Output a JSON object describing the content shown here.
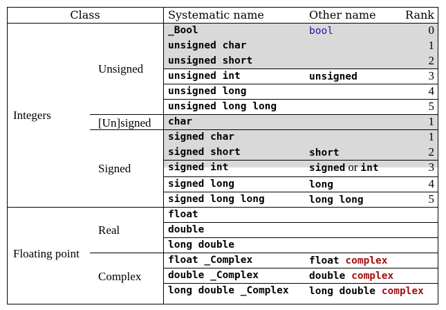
{
  "header": {
    "class": "Class",
    "systematic": "Systematic name",
    "other": "Other name",
    "rank": "Rank"
  },
  "groups": {
    "integers": "Integers",
    "unsigned": "Unsigned",
    "unsigned_or_signed": "[Un]signed",
    "signed": "Signed",
    "floating_point": "Floating point",
    "real": "Real",
    "complex": "Complex"
  },
  "rows": [
    {
      "systematic": "_Bool",
      "other": [
        {
          "text": "bool",
          "style": "blue"
        }
      ],
      "rank": "0",
      "shaded": true
    },
    {
      "systematic": "unsigned char",
      "other": [],
      "rank": "1",
      "shaded": true
    },
    {
      "systematic": "unsigned short",
      "other": [],
      "rank": "2",
      "shaded": true
    },
    {
      "systematic": "unsigned int",
      "other": [
        {
          "text": "unsigned",
          "style": "mono"
        }
      ],
      "rank": "3",
      "shaded": false
    },
    {
      "systematic": "unsigned long",
      "other": [],
      "rank": "4",
      "shaded": false
    },
    {
      "systematic": "unsigned long long",
      "other": [],
      "rank": "5",
      "shaded": false
    },
    {
      "systematic": "char",
      "other": [],
      "rank": "1",
      "shaded": true
    },
    {
      "systematic": "signed char",
      "other": [],
      "rank": "1",
      "shaded": true
    },
    {
      "systematic": "signed short",
      "other": [
        {
          "text": "short",
          "style": "mono"
        }
      ],
      "rank": "2",
      "shaded": true
    },
    {
      "systematic": "signed int",
      "other": [
        {
          "text": "signed",
          "style": "mono"
        },
        {
          "text": " or ",
          "style": "serif"
        },
        {
          "text": "int",
          "style": "mono"
        }
      ],
      "rank": "3",
      "shaded": false
    },
    {
      "systematic": "signed long",
      "other": [
        {
          "text": "long",
          "style": "mono"
        }
      ],
      "rank": "4",
      "shaded": false
    },
    {
      "systematic": "signed long long",
      "other": [
        {
          "text": "long long",
          "style": "mono"
        }
      ],
      "rank": "5",
      "shaded": false
    },
    {
      "systematic": "float",
      "other": [],
      "rank": "",
      "shaded": false
    },
    {
      "systematic": "double",
      "other": [],
      "rank": "",
      "shaded": false
    },
    {
      "systematic": "long double",
      "other": [],
      "rank": "",
      "shaded": false
    },
    {
      "systematic": "float _Complex",
      "other": [
        {
          "text": "float ",
          "style": "mono"
        },
        {
          "text": "complex",
          "style": "red"
        }
      ],
      "rank": "",
      "shaded": false
    },
    {
      "systematic": "double _Complex",
      "other": [
        {
          "text": "double ",
          "style": "mono"
        },
        {
          "text": "complex",
          "style": "red"
        }
      ],
      "rank": "",
      "shaded": false
    },
    {
      "systematic": "long double _Complex",
      "other": [
        {
          "text": "long double ",
          "style": "mono"
        },
        {
          "text": "complex",
          "style": "red"
        }
      ],
      "rank": "",
      "shaded": false
    }
  ],
  "colors": {
    "shade": "#d9d9d9",
    "keyword_blue": "#1a1aa6",
    "keyword_red": "#a01010"
  }
}
